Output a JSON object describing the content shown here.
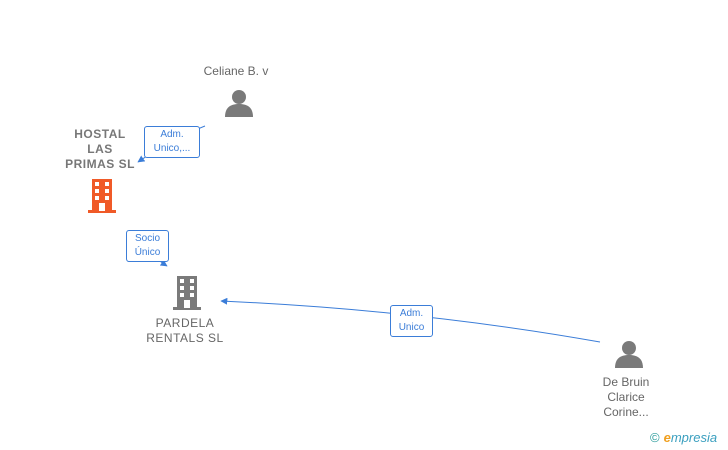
{
  "nodes": {
    "celiane": {
      "name": "Celiane B. v"
    },
    "hostal": {
      "name_lines": [
        "HOSTAL",
        "LAS",
        "PRIMAS  SL"
      ]
    },
    "pardela": {
      "name_lines": [
        "PARDELA",
        "RENTALS  SL"
      ]
    },
    "debruin": {
      "name_lines": [
        "De Bruin",
        "Clarice",
        "Corine..."
      ]
    }
  },
  "edges": {
    "celiane_hostal": [
      "Adm.",
      "Unico,..."
    ],
    "hostal_pardela": [
      "Socio",
      "Único"
    ],
    "debruin_pardela": [
      "Adm.",
      "Unico"
    ]
  },
  "colors": {
    "edge": "#3b7dd8",
    "person": "#7a7a7a",
    "company_main": "#f05a28",
    "company": "#7a7a7a"
  },
  "brand": {
    "copyright": "©",
    "e": "e",
    "rest": "mpresia"
  }
}
